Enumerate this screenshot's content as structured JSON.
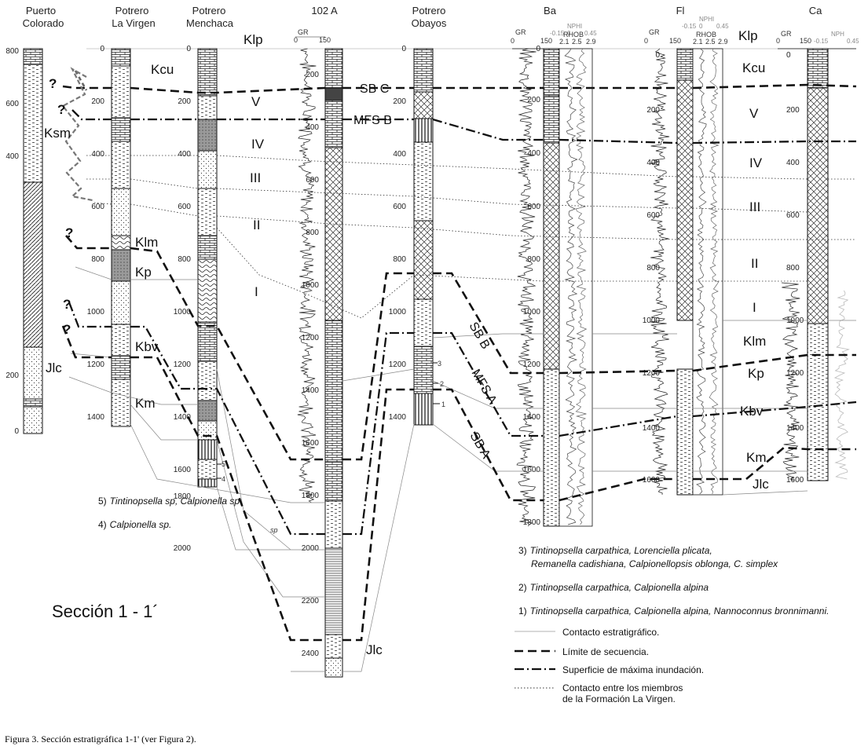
{
  "wells": {
    "puerto_colorado": "Puerto Colorado",
    "la_virgen": "Potrero La Virgen",
    "menchaca": "Potrero Menchaca",
    "w102a": "102 A",
    "obayos": "Potrero Obayos",
    "ba": "Ba",
    "fl": "Fl",
    "ca": "Ca"
  },
  "logs": {
    "gr": "GR",
    "nphi": "NPHI",
    "nph": "NPH",
    "rhob": "RHOB",
    "gr_min": "0",
    "gr_max": "150",
    "nphi_min": "-0.15",
    "nphi_mid": "0",
    "nphi_max": "0.45",
    "rhob_min": "2.1",
    "rhob_mid": "2.5",
    "rhob_max": "2.9"
  },
  "units": {
    "klp": "Klp",
    "kcu": "Kcu",
    "ksm": "Ksm",
    "klm": "Klm",
    "kp": "Kp",
    "kbv": "Kbv",
    "km": "Km",
    "jlc": "Jlc",
    "v": "V",
    "iv": "IV",
    "iii": "III",
    "ii": "II",
    "i": "I",
    "q": "?"
  },
  "surfaces": {
    "sbc": "SB C",
    "mfsb": "MFS B",
    "sbb": "SB B",
    "mfsa": "MFS A",
    "sba": "SB A"
  },
  "fossils": {
    "f5_num": "5)",
    "f5": "Tintinopsella sp, Calpionella sp",
    "f4_num": "4)",
    "f4": "Calpionella sp.",
    "f3_num": "3)",
    "f3a": "Tintinopsella carpathica, Lorenciella plicata,",
    "f3b": "Remanella cadishiana, Calpionellopsis oblonga, C. simplex",
    "f2_num": "2)",
    "f2": "Tintinopsella carpathica, Calpionella alpina",
    "f1_num": "1)",
    "f1": "Tintinopsella carpathica, Calpionella alpina, Nannoconnus bronnimanni.",
    "sp": "sp",
    "m5": "5",
    "m4": "4",
    "m3": "3",
    "m2": "2",
    "m1": "1"
  },
  "legend": {
    "contact": "Contacto estratigráfico.",
    "seq": "Límite de secuencia.",
    "mfs": "Superficie de máxima inundación.",
    "members_1": "Contacto entre los miembros",
    "members_2": "de la Formación La Virgen."
  },
  "section_title": "Sección 1 - 1´",
  "caption": "Figura 3. Sección estratigráfica 1-1' (ver Figura 2).",
  "depths": {
    "pc": [
      "800",
      "600",
      "400",
      "200",
      "0"
    ],
    "lv": [
      "0",
      "200",
      "400",
      "600",
      "800",
      "1000",
      "1200",
      "1400"
    ],
    "me": [
      "0",
      "200",
      "400",
      "600",
      "800",
      "1000",
      "1200",
      "1400",
      "1600",
      "1800",
      "2000"
    ],
    "w102": [
      "200",
      "400",
      "600",
      "800",
      "1000",
      "1200",
      "1400",
      "1600",
      "1800",
      "2000",
      "2200",
      "2400"
    ],
    "ob": [
      "0",
      "200",
      "400",
      "600",
      "800",
      "1000",
      "1200",
      "1400"
    ],
    "ba": [
      "0",
      "200",
      "400",
      "600",
      "800",
      "1000",
      "1200",
      "1400",
      "1600",
      "1800"
    ],
    "fl": [
      "0",
      "200",
      "400",
      "600",
      "800",
      "1000",
      "1200",
      "1400",
      "1600"
    ],
    "ca": [
      "0",
      "200",
      "400",
      "600",
      "800",
      "1000",
      "1200",
      "1400",
      "1600"
    ]
  }
}
